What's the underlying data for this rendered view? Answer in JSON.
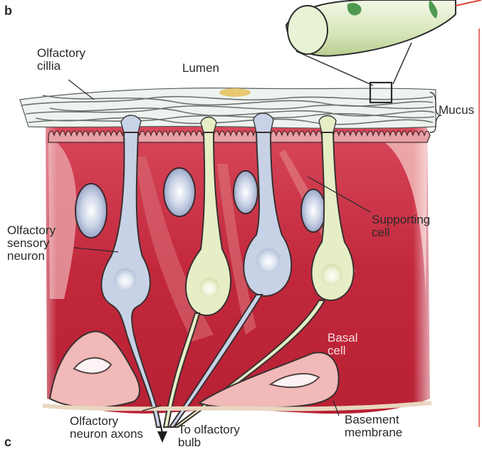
{
  "panel_labels": {
    "top": "b",
    "bottom": "c"
  },
  "labels": {
    "olfactory_cillia": [
      "Olfactory",
      "cillia"
    ],
    "lumen": "Lumen",
    "mucus": "Mucus",
    "supporting_cell": [
      "Supporting",
      "cell"
    ],
    "olfactory_sensory_neuron": [
      "Olfactory",
      "sensory",
      "neuron"
    ],
    "basal_cell": [
      "Basal",
      "cell"
    ],
    "olfactory_neuron_axons": [
      "Olfactory",
      "neuron axons"
    ],
    "to_olfactory_bulb": [
      "To olfactory",
      "bulb"
    ],
    "basement_membrane": [
      "Basement",
      "membrane"
    ]
  },
  "colors": {
    "tissue_red": "#c8283a",
    "tissue_pink": "#f1b9b8",
    "neuron_blue": "#c8d3e6",
    "neuron_green": "#e7eec8",
    "mucus": "#eef3ef",
    "outline": "#3a3030"
  }
}
